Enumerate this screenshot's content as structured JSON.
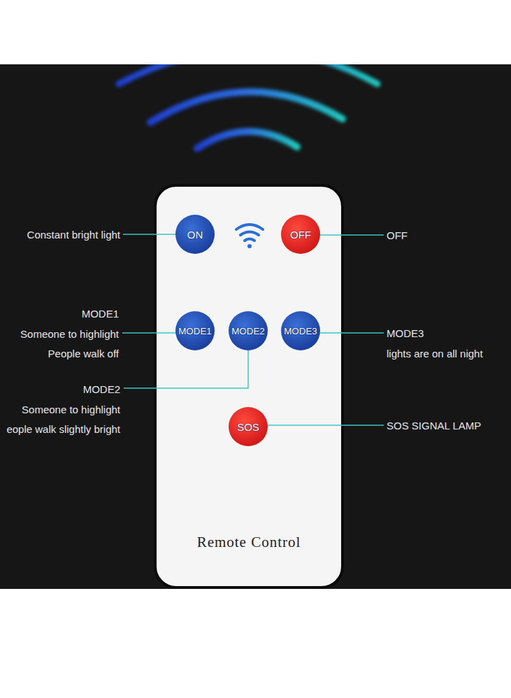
{
  "diagram": {
    "nodes": [
      {
        "text": [
          "Remote Control"
        ]
      },
      {
        "text": [
          "ON"
        ],
        "in": 0
      },
      {
        "text": [
          "OFF"
        ],
        "in": 0
      },
      {
        "text": [
          "MODE1"
        ],
        "in": 0
      },
      {
        "text": [
          "MODE2"
        ],
        "in": 0
      },
      {
        "text": [
          "MODE3"
        ],
        "in": 0
      },
      {
        "text": [
          "SOS"
        ],
        "in": 0
      }
    ],
    "labels": [
      "Constant bright light",
      "OFF",
      "MODE1",
      "Someone to highlight",
      "People walk off",
      "MODE3",
      "lights are on all night",
      "MODE2",
      "Someone to highlight",
      "eople walk slightly bright",
      "SOS SIGNAL LAMP"
    ]
  }
}
